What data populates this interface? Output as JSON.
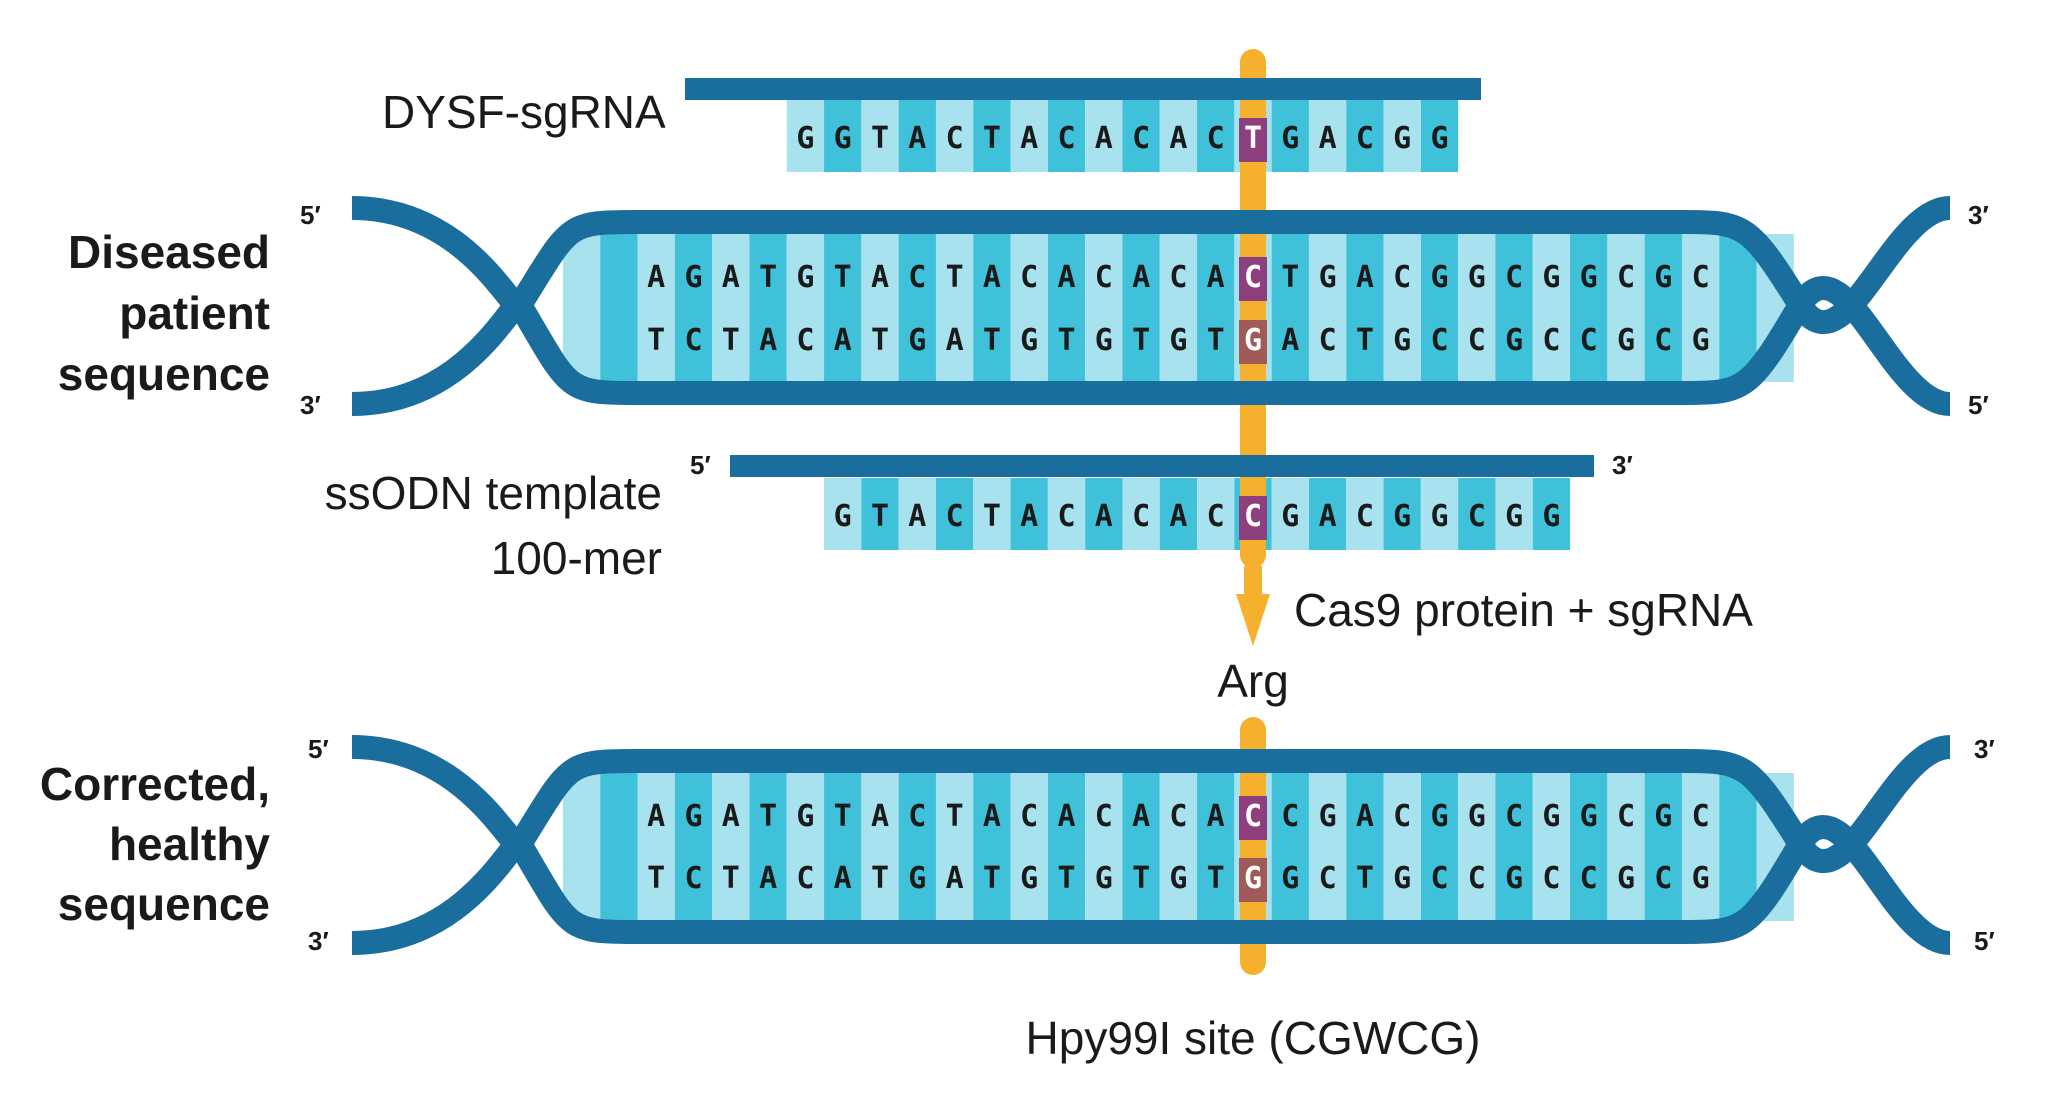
{
  "colors": {
    "backbone": "#1a6e9e",
    "rung_light": "#a8e2ee",
    "rung_dark": "#3fc1d9",
    "cut_marker": "#f5b12e",
    "mutation_highlight": "#8e3f7e",
    "mutation_highlight_lower": "#a05a58"
  },
  "icons": {
    "arrow": "down-arrow-icon"
  },
  "labels": {
    "sgrna": "DYSF-sgRNA",
    "diseased": [
      "Diseased",
      "patient",
      "sequence"
    ],
    "ssodn": [
      "ssODN template",
      "100-mer"
    ],
    "cas9": "Cas9 protein + sgRNA",
    "arg": "Arg",
    "corrected": [
      "Corrected,",
      "healthy",
      "sequence"
    ],
    "site": "Hpy99I site (CGWCG)"
  },
  "ends": {
    "five_prime": "5′",
    "three_prime": "3′"
  },
  "sequences": {
    "sgrna": "GGTACTACACACTGACGG",
    "sgrna_highlight": 12,
    "diseased_top": "AGATGTACTACACACACTGACGGCGGCGC",
    "diseased_bottom": "TCTACATGATGTGTGTGACTGCCGCCGCG",
    "ssodn": "GTACTACACACCGACGGCGG",
    "ssodn_highlight": 11,
    "corrected_top": "AGATGTACTACACACACCGACGGCGGCGC",
    "corrected_bottom": "TCTACATGATGTGTGTGGCTGCCGCCGCG",
    "duplex_highlight": 16
  }
}
